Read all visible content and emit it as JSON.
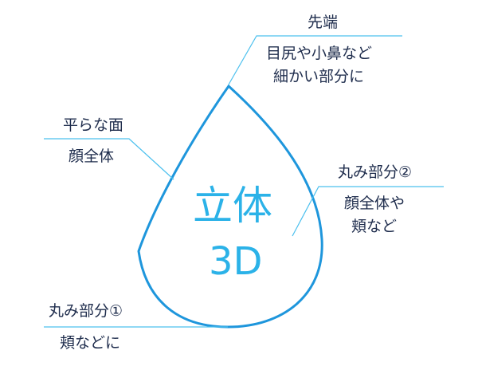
{
  "colors": {
    "drop_outline": "#1e96dc",
    "leader_line": "#4cc0ee",
    "center_text": "#2bb2e8",
    "label_text": "#1f2d4d"
  },
  "center": {
    "line1": "立体",
    "line2": "3D"
  },
  "labels": {
    "tip": {
      "title": "先端",
      "line1": "目尻や小鼻など",
      "line2": "細かい部分に"
    },
    "flat": {
      "title": "平らな面",
      "line1": "顔全体"
    },
    "round2": {
      "title": "丸み部分②",
      "line1": "顔全体や",
      "line2": "頬など"
    },
    "round1": {
      "title": "丸み部分①",
      "line1": "頬などに"
    }
  }
}
